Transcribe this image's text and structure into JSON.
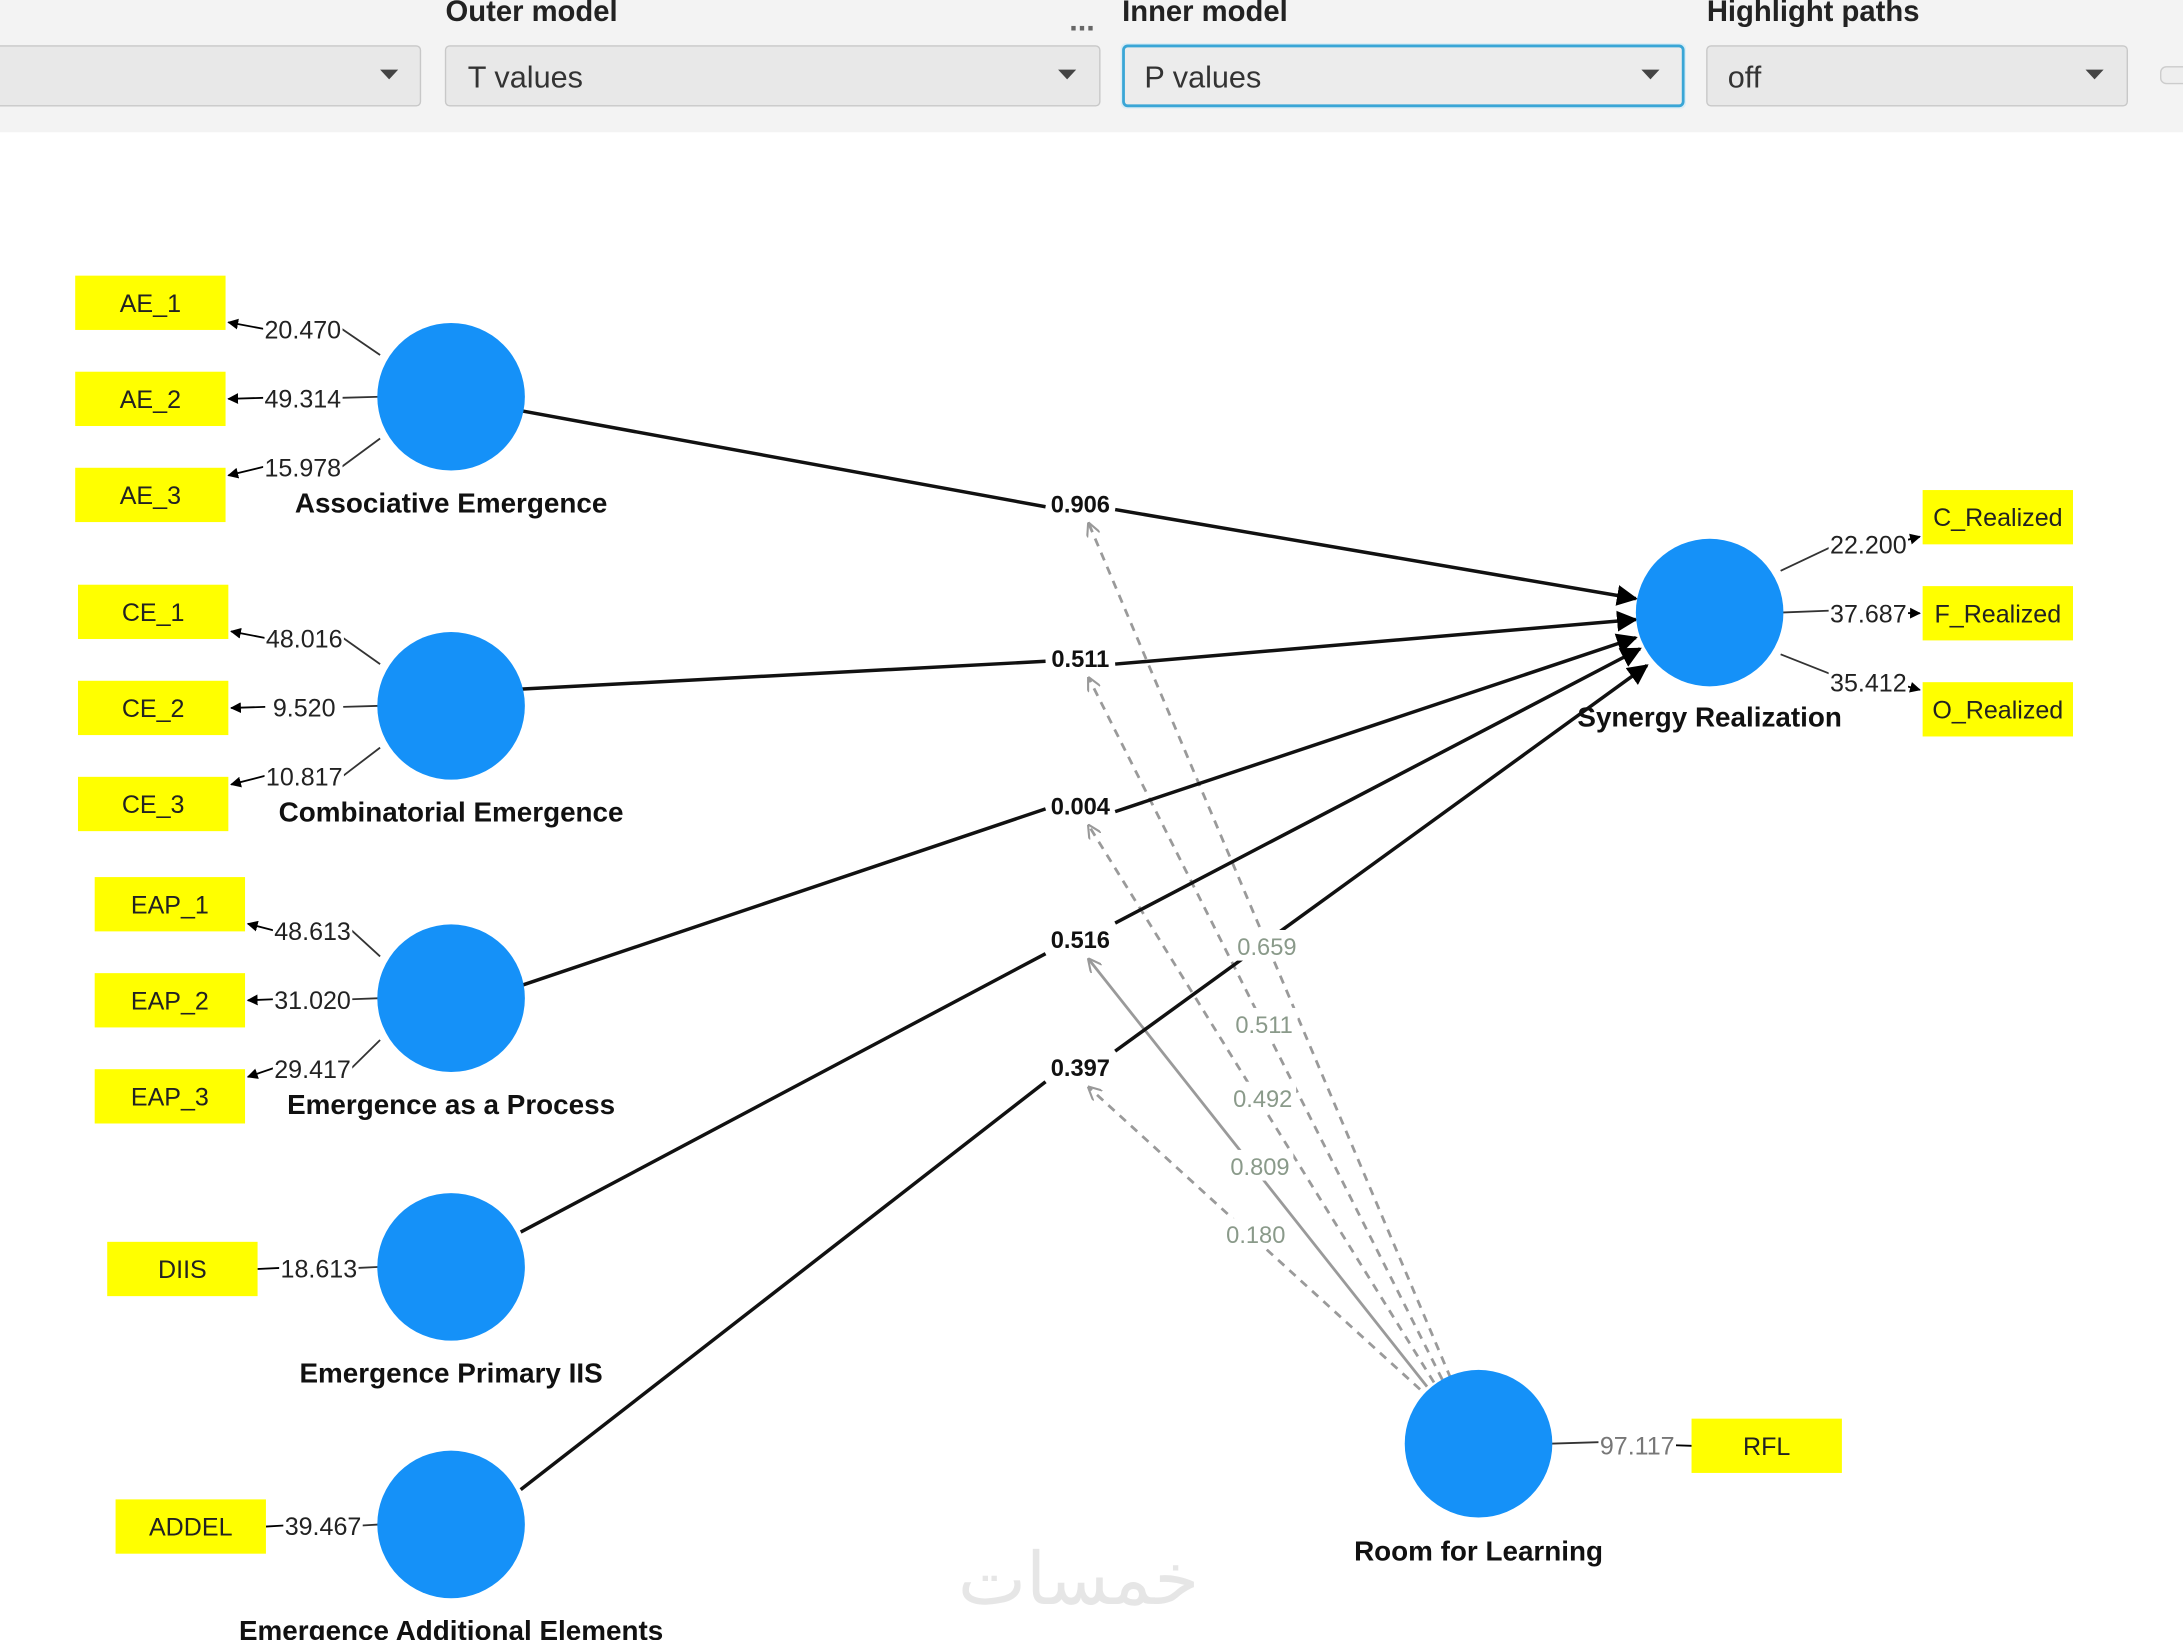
{
  "toolbar": {
    "first_select": {
      "value": ""
    },
    "outer_model": {
      "label": "Outer model",
      "value": "T values"
    },
    "more": "...",
    "inner_model": {
      "label": "Inner model",
      "value": "P values"
    },
    "highlight_paths": {
      "label": "Highlight paths",
      "value": "off"
    }
  },
  "colors": {
    "construct": "#1591f8",
    "indicator": "#ffff00",
    "toolbar_bg": "#f3f3f3",
    "focus": "#3aa6d6"
  },
  "constructs": [
    {
      "id": "AE",
      "name": "Associative Emergence",
      "indicators": [
        {
          "name": "AE_1",
          "value": "20.470"
        },
        {
          "name": "AE_2",
          "value": "49.314"
        },
        {
          "name": "AE_3",
          "value": "15.978"
        }
      ]
    },
    {
      "id": "CE",
      "name": "Combinatorial Emergence",
      "indicators": [
        {
          "name": "CE_1",
          "value": "48.016"
        },
        {
          "name": "CE_2",
          "value": "9.520"
        },
        {
          "name": "CE_3",
          "value": "10.817"
        }
      ]
    },
    {
      "id": "EAP",
      "name": "Emergence as a Process",
      "indicators": [
        {
          "name": "EAP_1",
          "value": "48.613"
        },
        {
          "name": "EAP_2",
          "value": "31.020"
        },
        {
          "name": "EAP_3",
          "value": "29.417"
        }
      ]
    },
    {
      "id": "DIIS",
      "name": "Emergence Primary IIS",
      "indicators": [
        {
          "name": "DIIS",
          "value": "18.613"
        }
      ]
    },
    {
      "id": "ADDEL",
      "name": "Emergence Additional Elements",
      "indicators": [
        {
          "name": "ADDEL",
          "value": "39.467"
        }
      ]
    },
    {
      "id": "SR",
      "name": "Synergy Realization",
      "indicators": [
        {
          "name": "C_Realized",
          "value": "22.200"
        },
        {
          "name": "F_Realized",
          "value": "37.687"
        },
        {
          "name": "O_Realized",
          "value": "35.412"
        }
      ]
    },
    {
      "id": "RFL",
      "name": "Room for Learning",
      "indicators": [
        {
          "name": "RFL",
          "value": "97.117"
        }
      ]
    }
  ],
  "paths": [
    {
      "from": "AE",
      "to": "SR",
      "p": "0.906"
    },
    {
      "from": "CE",
      "to": "SR",
      "p": "0.511"
    },
    {
      "from": "EAP",
      "to": "SR",
      "p": "0.004"
    },
    {
      "from": "DIIS",
      "to": "SR",
      "p": "0.516"
    },
    {
      "from": "ADDEL",
      "to": "SR",
      "p": "0.397"
    }
  ],
  "moderating_paths": [
    {
      "from": "RFL",
      "target_path": 0,
      "p": "0.659"
    },
    {
      "from": "RFL",
      "target_path": 1,
      "p": "0.511"
    },
    {
      "from": "RFL",
      "target_path": 2,
      "p": "0.492"
    },
    {
      "from": "RFL",
      "target_path": 3,
      "p": "0.809"
    },
    {
      "from": "RFL",
      "target_path": 4,
      "p": "0.180"
    }
  ],
  "watermark": "خمسات"
}
